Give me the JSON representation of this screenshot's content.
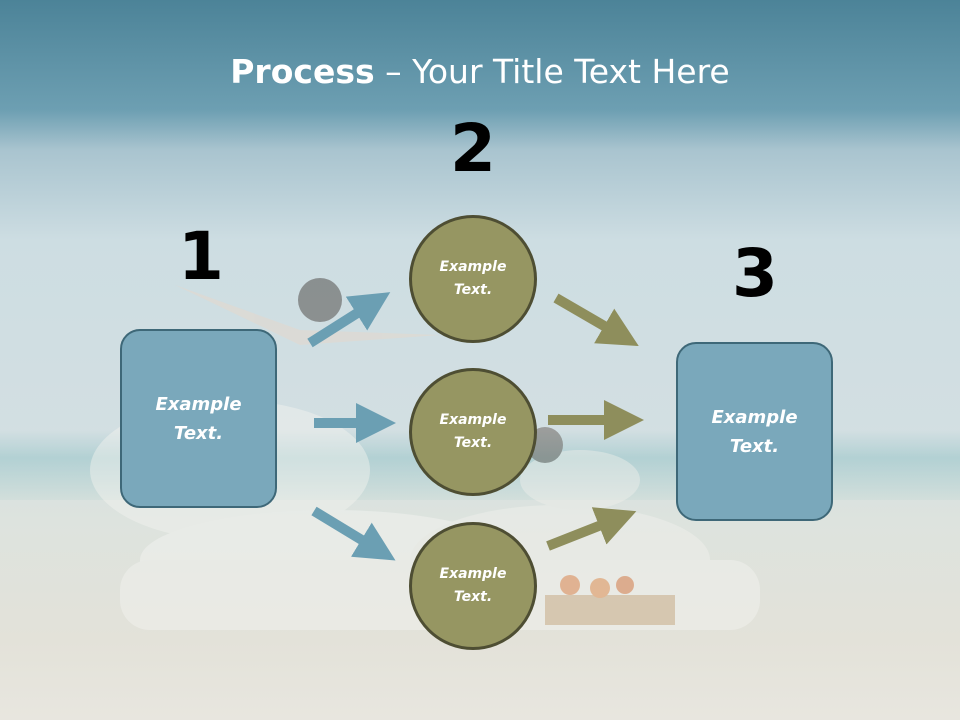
{
  "title": {
    "bold": "Process",
    "rest": " – Your Title Text Here"
  },
  "steps": [
    {
      "number": "1",
      "text": "Example Text."
    },
    {
      "number": "2",
      "text": "Example Text."
    },
    {
      "number": "3",
      "text": "Example Text."
    }
  ],
  "circles": [
    {
      "text": "Example Text."
    },
    {
      "text": "Example Text."
    },
    {
      "text": "Example Text."
    }
  ],
  "colors": {
    "box_fill": "#7aa8bb",
    "box_border": "#3e6878",
    "circle_fill": "#969662",
    "circle_border": "#4e4e33",
    "blue_arrow": "#6b9fb3",
    "olive_arrow": "#8e8e5c"
  }
}
